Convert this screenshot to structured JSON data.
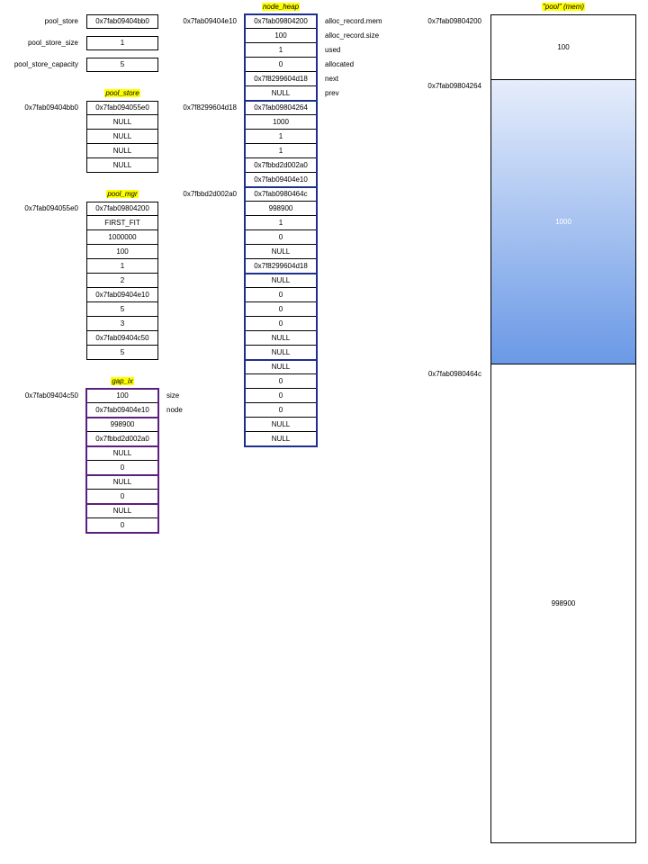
{
  "pool_vars": [
    {
      "name": "pool_store",
      "value": "0x7fab09404bb0"
    },
    {
      "name": "pool_store_size",
      "value": "1"
    },
    {
      "name": "pool_store_capacity",
      "value": "5"
    }
  ],
  "pool_store": {
    "title": "pool_store",
    "address": "0x7fab09404bb0",
    "cells": [
      "0x7fab094055e0",
      "NULL",
      "NULL",
      "NULL",
      "NULL"
    ]
  },
  "pool_mgr": {
    "title": "pool_mgr",
    "address": "0x7fab094055e0",
    "cells": [
      "0x7fab09804200",
      "FIRST_FIT",
      "1000000",
      "100",
      "1",
      "2",
      "0x7fab09404e10",
      "5",
      "3",
      "0x7fab09404c50",
      "5"
    ]
  },
  "gap_ix": {
    "title": "gap_ix",
    "address": "0x7fab09404c50",
    "field_labels": [
      "size",
      "node"
    ],
    "cells": [
      "100",
      "0x7fab09404e10",
      "998900",
      "0x7fbbd2d002a0",
      "NULL",
      "0",
      "NULL",
      "0",
      "NULL",
      "0"
    ]
  },
  "node_heap": {
    "title": "node_heap",
    "addresses": [
      "0x7fab09404e10",
      "0x7f8299604d18",
      "0x7fbbd2d002a0"
    ],
    "field_labels": [
      "alloc_record.mem",
      "alloc_record.size",
      "used",
      "allocated",
      "next",
      "prev"
    ],
    "cells": [
      "0x7fab09804200",
      "100",
      "1",
      "0",
      "0x7f8299604d18",
      "NULL",
      "0x7fab09804264",
      "1000",
      "1",
      "1",
      "0x7fbbd2d002a0",
      "0x7fab09404e10",
      "0x7fab0980464c",
      "998900",
      "1",
      "0",
      "NULL",
      "0x7f8299604d18",
      "NULL",
      "0",
      "0",
      "0",
      "NULL",
      "NULL",
      "NULL",
      "0",
      "0",
      "0",
      "NULL",
      "NULL"
    ]
  },
  "pool_mem": {
    "title": "\"pool\" (mem)",
    "blocks": [
      {
        "address": "0x7fab09804200",
        "value": "100"
      },
      {
        "address": "0x7fab09804264",
        "value": "1000"
      },
      {
        "address": "0x7fab0980464c",
        "value": "998900"
      }
    ]
  }
}
